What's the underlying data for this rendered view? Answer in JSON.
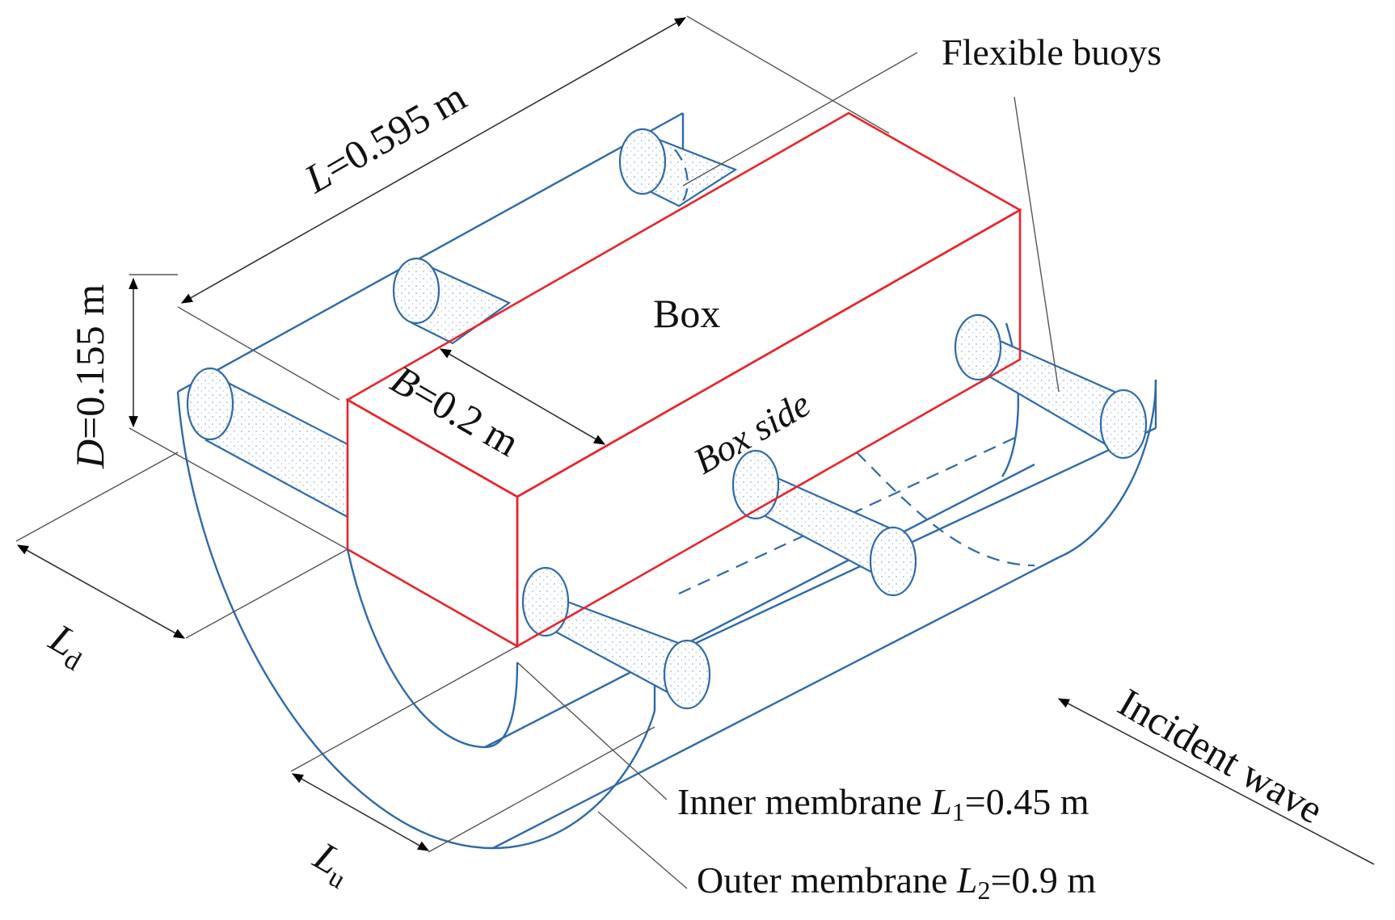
{
  "labels": {
    "length": "L=0.595 m",
    "length_var": "L",
    "length_val": "=0.595 m",
    "depth_var": "D",
    "depth_val": "=0.155 m",
    "breadth_var": "B",
    "breadth_val": "=0.2 m",
    "box": "Box",
    "box_side": "Box side",
    "flexible_buoys": "Flexible buoys",
    "ld_main": "L",
    "ld_sub": "d",
    "lu_main": "L",
    "lu_sub": "u",
    "inner_text": "Inner membrane ",
    "inner_var": "L",
    "inner_sub": "1",
    "inner_val": "=0.45 m",
    "outer_text": "Outer membrane ",
    "outer_var": "L",
    "outer_sub": "2",
    "outer_val": "=0.9 m",
    "incident_wave": "Incident wave"
  },
  "colors": {
    "box_edges": "#e8242c",
    "membrane_and_buoys": "#2f6aa8",
    "dimension_lines": "#333333"
  }
}
